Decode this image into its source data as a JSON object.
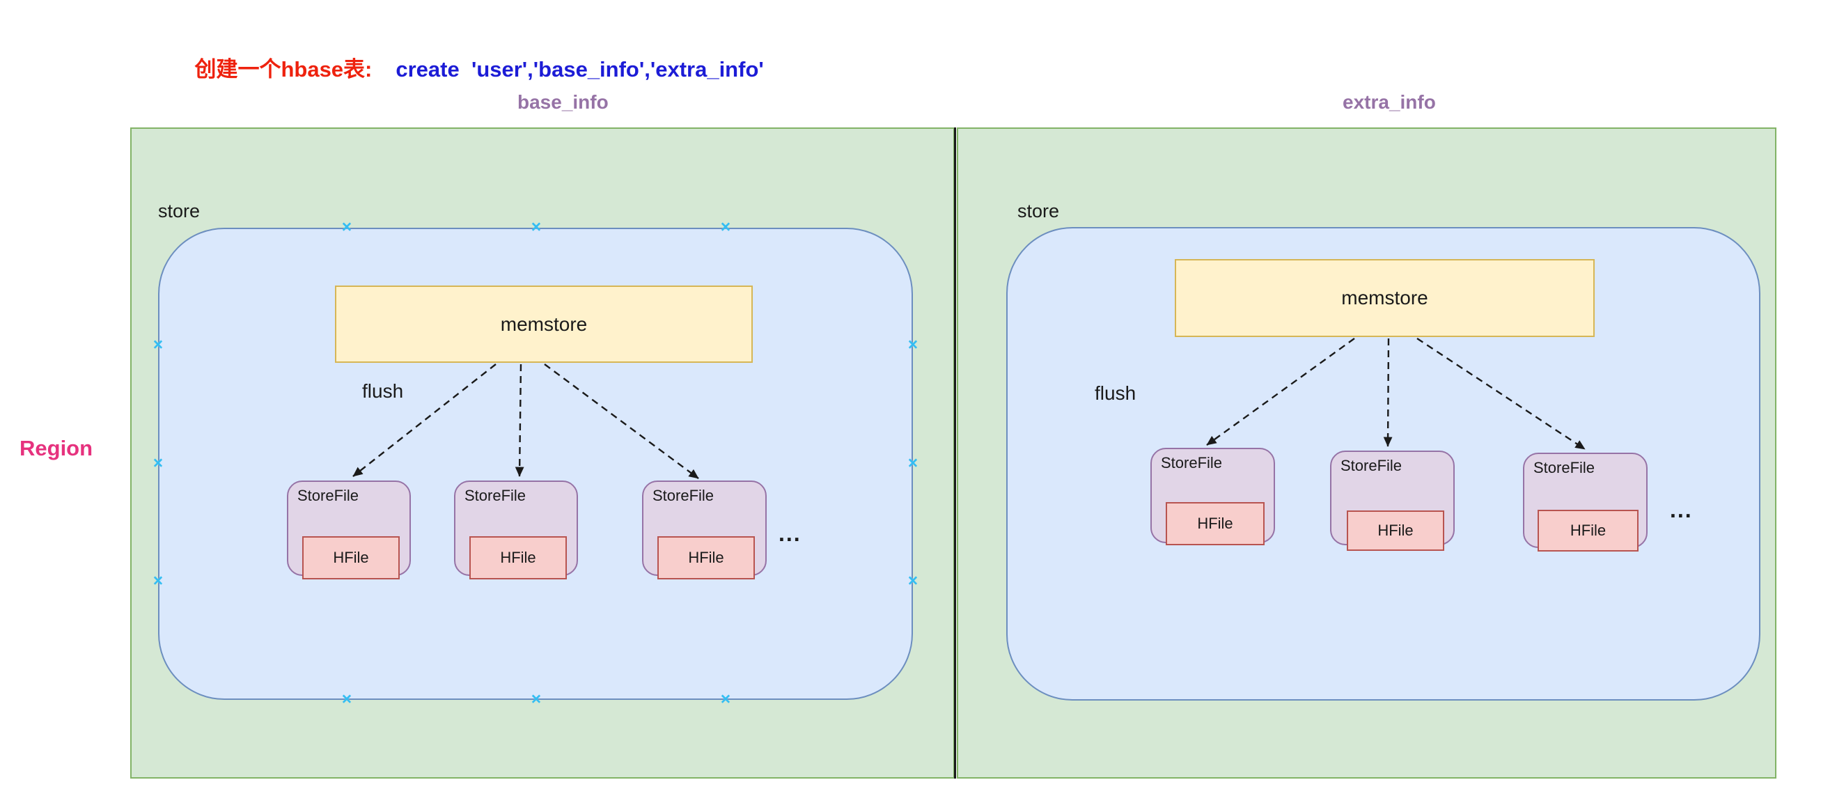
{
  "title": {
    "chinese": "创建一个hbase表:",
    "command": "create  'user','base_info','extra_info'"
  },
  "region_label": "Region",
  "panels": [
    {
      "family": "base_info",
      "store_label": "store",
      "memstore_label": "memstore",
      "flush_label": "flush",
      "storefiles": [
        {
          "label": "StoreFile",
          "hfile": "HFile"
        },
        {
          "label": "StoreFile",
          "hfile": "HFile"
        },
        {
          "label": "StoreFile",
          "hfile": "HFile"
        }
      ],
      "ellipsis": "..."
    },
    {
      "family": "extra_info",
      "store_label": "store",
      "memstore_label": "memstore",
      "flush_label": "flush",
      "storefiles": [
        {
          "label": "StoreFile",
          "hfile": "HFile"
        },
        {
          "label": "StoreFile",
          "hfile": "HFile"
        },
        {
          "label": "StoreFile",
          "hfile": "HFile"
        }
      ],
      "ellipsis": "..."
    }
  ],
  "icons": {
    "connection_point": "✕"
  },
  "colors": {
    "title_text": "#ee220e",
    "command_text": "#1c1cd6",
    "family_label": "#9673a6",
    "region_label": "#e6327e",
    "region_fill": "#d5e8d4",
    "region_border": "#82b366",
    "store_fill": "#dae8fc",
    "store_border": "#6c8ebf",
    "memstore_fill": "#fff2cc",
    "memstore_border": "#d6b656",
    "storefile_fill": "#e1d5e7",
    "storefile_border": "#9673a6",
    "hfile_fill": "#f8cecc",
    "hfile_border": "#b85450",
    "connection_point": "#33bdf2",
    "divider": "#1a1a1a"
  }
}
